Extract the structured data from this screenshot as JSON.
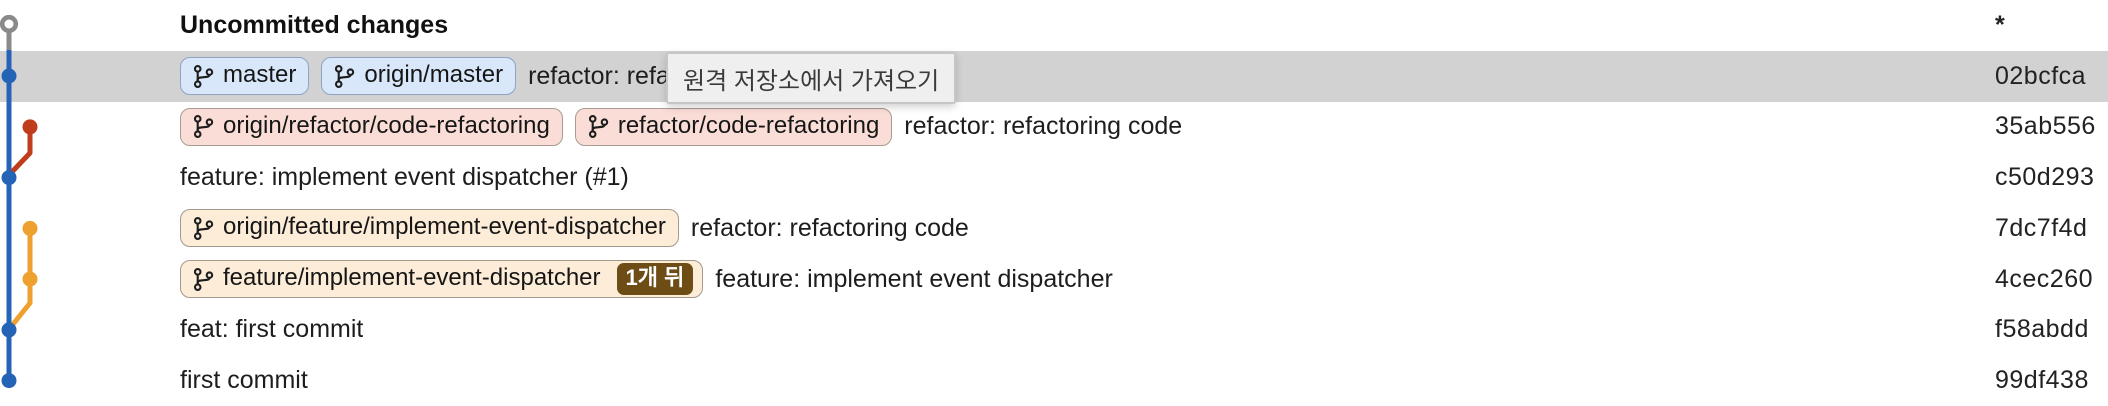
{
  "colors": {
    "lane_blue": "#2463b5",
    "lane_red": "#bf3c1d",
    "lane_orange": "#efa12f",
    "lane_gray": "#8a8a8a",
    "selected_row_bg": "#d2d2d2",
    "badge_blue_bg": "#d9e7fb",
    "badge_pink_bg": "#f9ddd6",
    "badge_tan_bg": "#fcecd8",
    "count_badge_bg": "#6d4c16",
    "count_badge_text": "#ffffff"
  },
  "tooltip": {
    "text": "원격 저장소에서 가져오기"
  },
  "rows": [
    {
      "kind": "uncommitted",
      "selected": false,
      "bold": true,
      "badges": [],
      "message": "Uncommitted changes",
      "hash": "*"
    },
    {
      "kind": "commit",
      "selected": true,
      "bold": false,
      "badges": [
        {
          "label": "master",
          "style": "blue"
        },
        {
          "label": "origin/master",
          "style": "blue"
        }
      ],
      "message": "refactor: refactoring code",
      "hash": "02bcfca"
    },
    {
      "kind": "commit",
      "selected": false,
      "bold": false,
      "badges": [
        {
          "label": "origin/refactor/code-refactoring",
          "style": "pink"
        },
        {
          "label": "refactor/code-refactoring",
          "style": "pink"
        }
      ],
      "message": "refactor: refactoring code",
      "hash": "35ab556"
    },
    {
      "kind": "commit",
      "selected": false,
      "bold": false,
      "badges": [],
      "message": "feature: implement event dispatcher (#1)",
      "hash": "c50d293"
    },
    {
      "kind": "commit",
      "selected": false,
      "bold": false,
      "badges": [
        {
          "label": "origin/feature/implement-event-dispatcher",
          "style": "tan"
        }
      ],
      "message": "refactor: refactoring code",
      "hash": "7dc7f4d"
    },
    {
      "kind": "commit",
      "selected": false,
      "bold": false,
      "badges": [
        {
          "label": "feature/implement-event-dispatcher",
          "style": "tan",
          "count": "1개 뒤"
        }
      ],
      "message": "feature: implement event dispatcher",
      "hash": "4cec260"
    },
    {
      "kind": "commit",
      "selected": false,
      "bold": false,
      "badges": [],
      "message": "feat: first commit",
      "hash": "f58abdd"
    },
    {
      "kind": "commit",
      "selected": false,
      "bold": false,
      "badges": [],
      "message": "first commit",
      "hash": "99df438"
    }
  ]
}
